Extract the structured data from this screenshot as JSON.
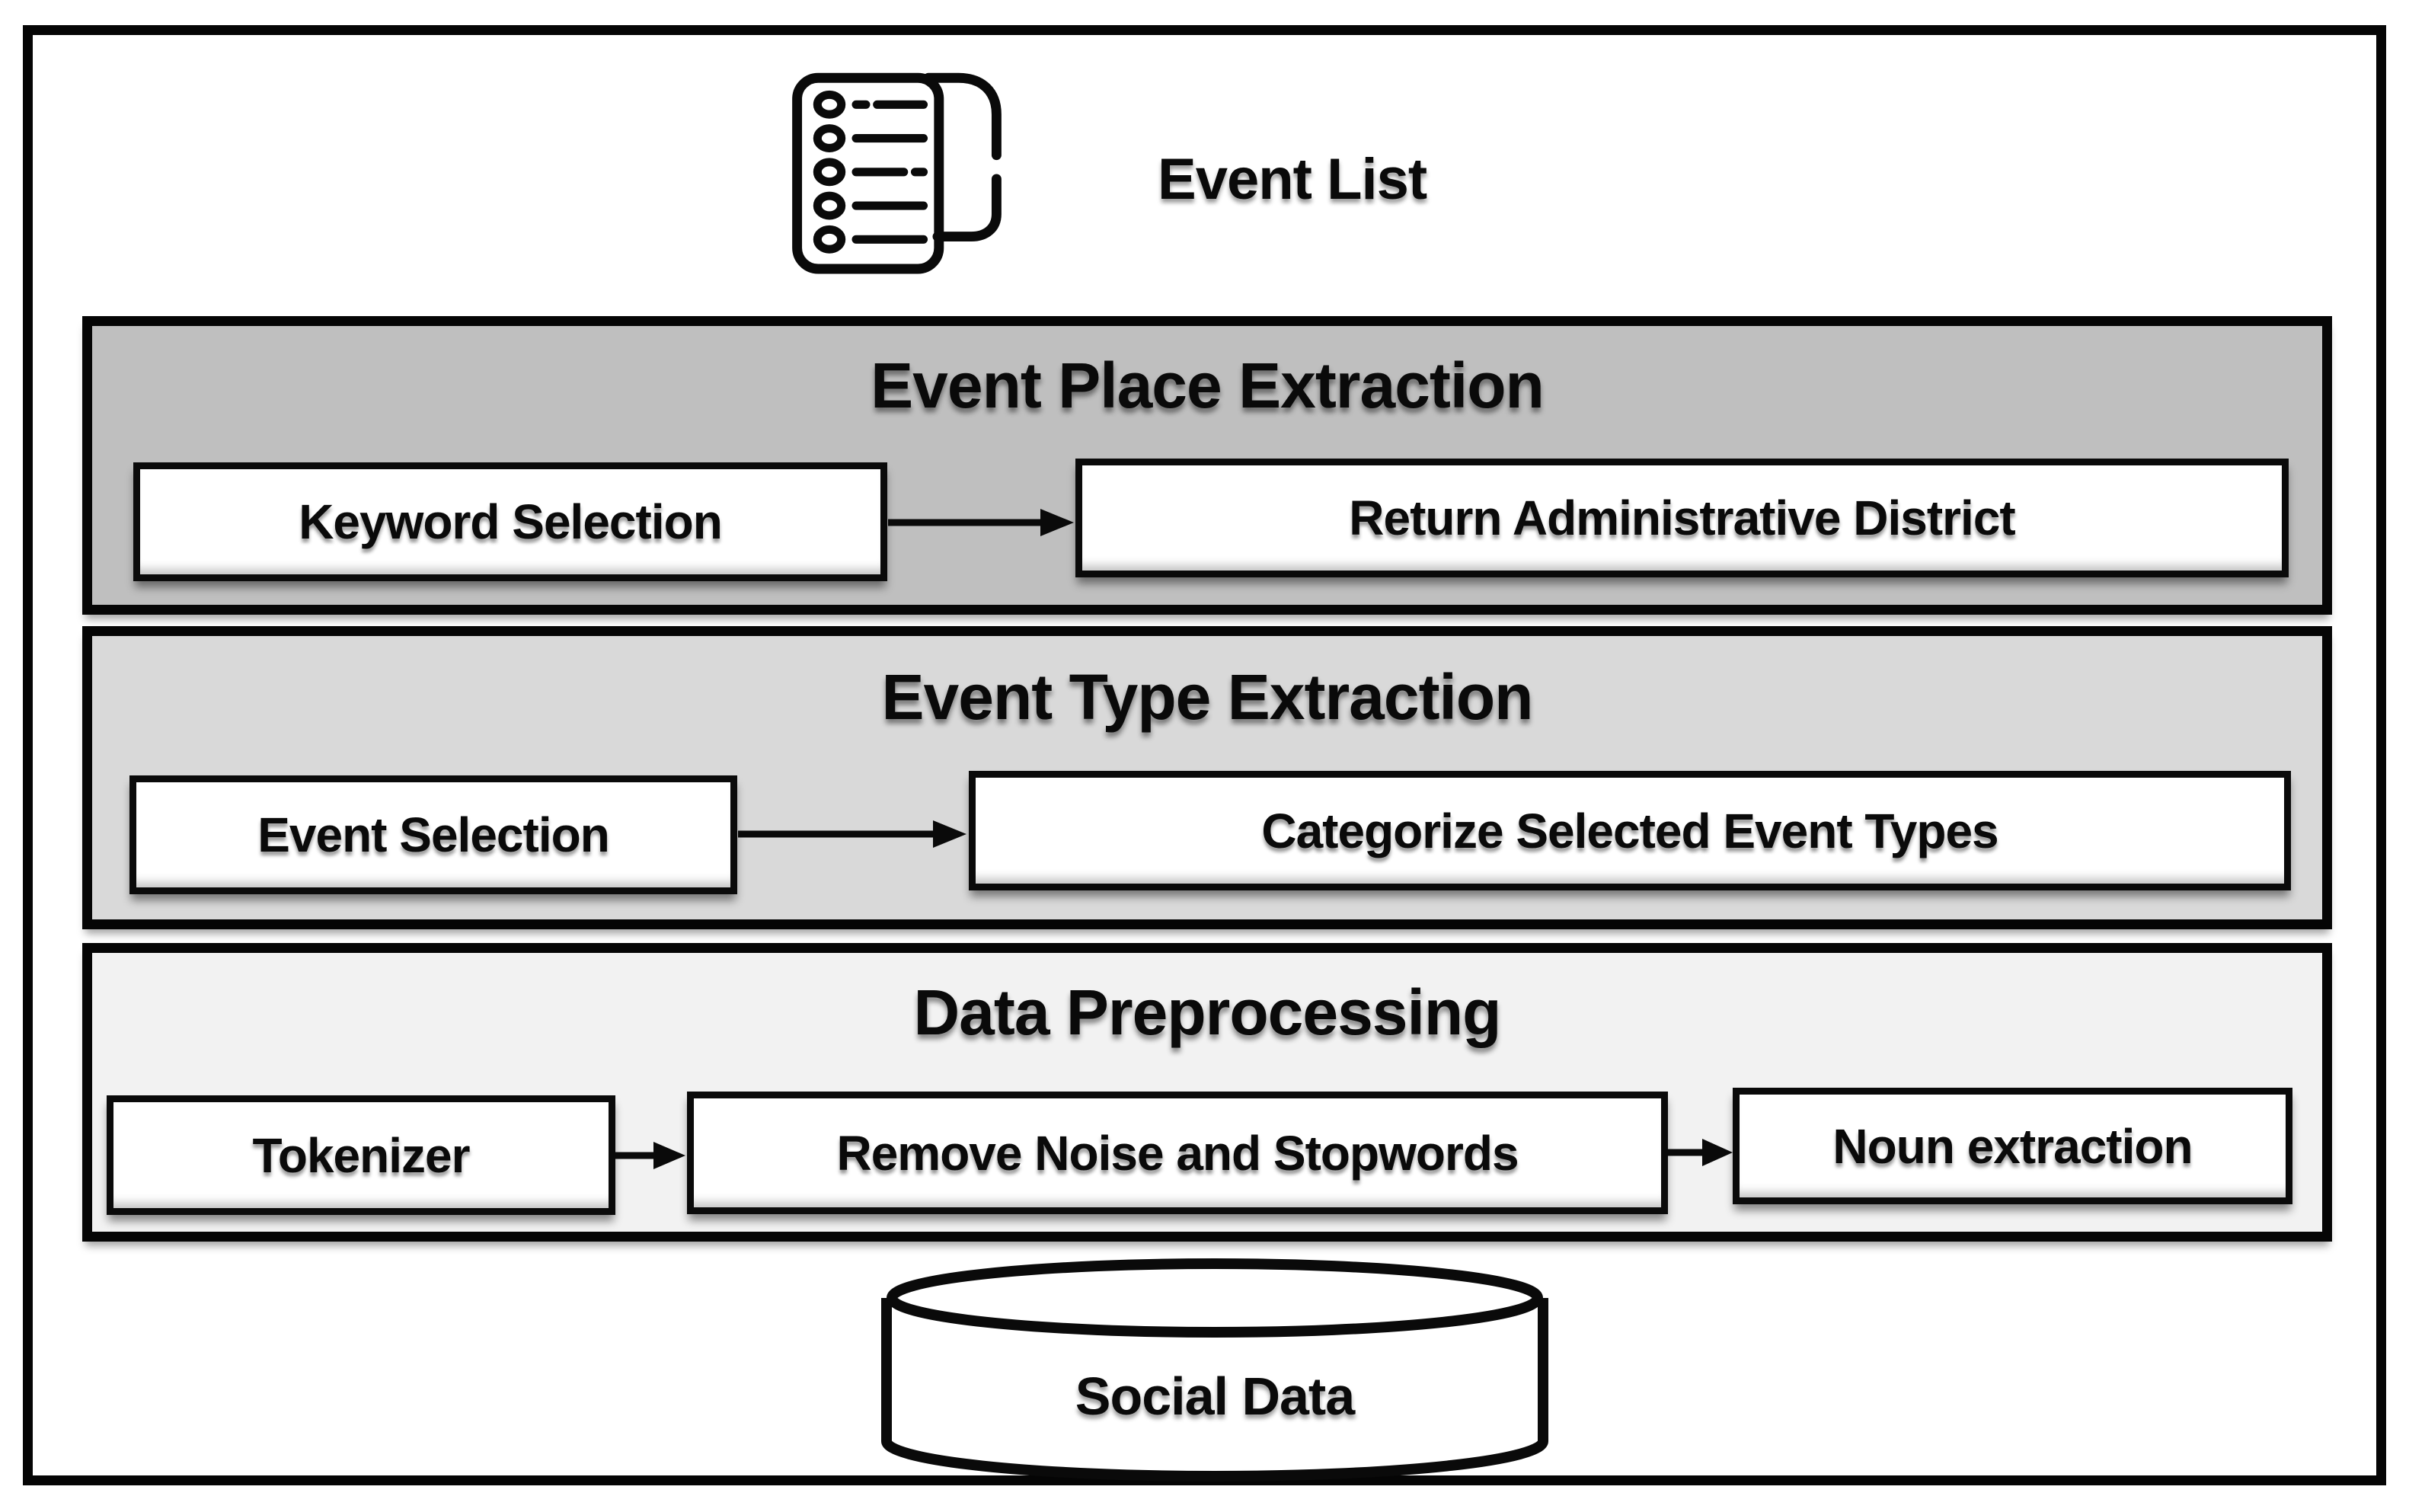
{
  "page": {
    "background": "#ffffff",
    "frame_border_color": "#050505"
  },
  "header": {
    "icon": "event-list-icon",
    "label": "Event List"
  },
  "sections": [
    {
      "id": "event-place-extraction",
      "title": "Event Place Extraction",
      "fill": "#bfbfbf",
      "boxes": [
        {
          "label": "Keyword Selection"
        },
        {
          "label": "Return Administrative District"
        }
      ],
      "arrows": [
        "keyword-selection -> return-administrative-district"
      ]
    },
    {
      "id": "event-type-extraction",
      "title": "Event Type Extraction",
      "fill": "#d9d9d9",
      "boxes": [
        {
          "label": "Event Selection"
        },
        {
          "label": "Categorize Selected Event Types"
        }
      ],
      "arrows": [
        "event-selection -> categorize-selected-event-types"
      ]
    },
    {
      "id": "data-preprocessing",
      "title": "Data Preprocessing",
      "fill": "#f2f2f2",
      "boxes": [
        {
          "label": "Tokenizer"
        },
        {
          "label": "Remove Noise and Stopwords"
        },
        {
          "label": "Noun extraction"
        }
      ],
      "arrows": [
        "tokenizer -> remove-noise-and-stopwords",
        "remove-noise-and-stopwords -> noun-extraction"
      ]
    }
  ],
  "datastore": {
    "shape": "cylinder",
    "label": "Social Data"
  },
  "colors": {
    "line": "#0a0a0a",
    "panel_place_fill": "#bfbfbf",
    "panel_type_fill": "#d9d9d9",
    "panel_prep_fill": "#f2f2f2",
    "box_fill": "#ffffff"
  }
}
